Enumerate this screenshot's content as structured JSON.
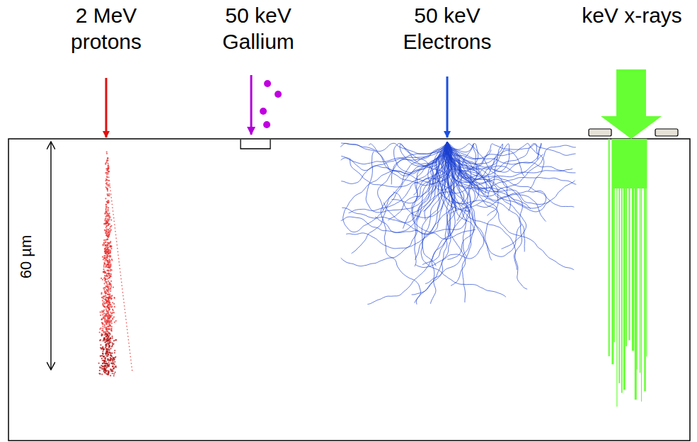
{
  "diagram": {
    "labels": [
      "2 MeV protons",
      "50 keV Gallium",
      "50 keV Electrons",
      "keV x-rays",
      "60 µm"
    ]
  }
}
